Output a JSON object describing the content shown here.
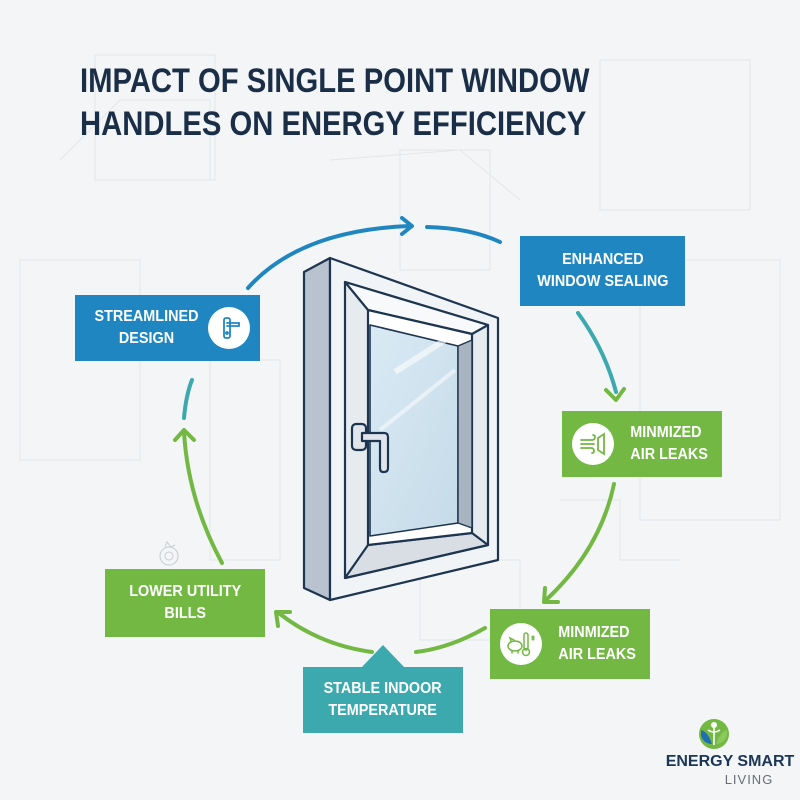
{
  "title": {
    "line1": "IMPACT OF SINGLE POINT WINDOW",
    "line2": "HANDLES ON ENERGY EFFICIENCY"
  },
  "center_image": {
    "name": "window-with-single-point-handle",
    "description": "Casement window frame with single lever handle"
  },
  "steps": [
    {
      "id": "streamlined-design",
      "line1": "STREAMLINED",
      "line2": "DESIGN",
      "color": "#1f86c1",
      "icon": "door-handle-icon"
    },
    {
      "id": "enhanced-window-sealing",
      "line1": "ENHANCED",
      "line2": "WINDOW SEALING",
      "color": "#1f86c1",
      "icon": ""
    },
    {
      "id": "minimized-air-leaks-1",
      "line1": "MINMIZED",
      "line2": "AIR LEAKS",
      "color": "#72b843",
      "icon": "wind-airflow-icon"
    },
    {
      "id": "minimized-air-leaks-2",
      "line1": "MINMIZED",
      "line2": "AIR LEAKS",
      "color": "#72b843",
      "icon": "piggy-bank-thermometer-icon"
    },
    {
      "id": "stable-indoor-temperature",
      "line1": "STABLE INDOOR",
      "line2": "TEMPERATURE",
      "color": "#3ba9ad",
      "icon": ""
    },
    {
      "id": "lower-utility-bills",
      "line1": "LOWER UTILITY",
      "line2": "BILLS",
      "color": "#72b843",
      "icon": ""
    }
  ],
  "flow_colors": {
    "blue": "#1f86c1",
    "teal": "#3ba9ad",
    "green": "#72b843"
  },
  "logo": {
    "brand": "ENERGY SMART",
    "sub": "LIVING"
  }
}
